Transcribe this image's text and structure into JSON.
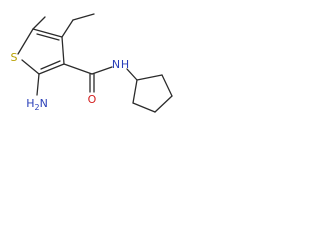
{
  "molecule": {
    "atoms": {
      "sulfur": "S",
      "amine_nitrogen": "N",
      "amine_hydrogen": "H",
      "amine_hydrogen_count": "2",
      "amide_oxygen": "O",
      "amide_nitrogen": "N",
      "amide_hydrogen": "H"
    },
    "colors": {
      "sulfur": "#b8a000",
      "nitrogen": "#2a3fb8",
      "oxygen": "#d42020",
      "bond": "#2b2b2b"
    }
  }
}
